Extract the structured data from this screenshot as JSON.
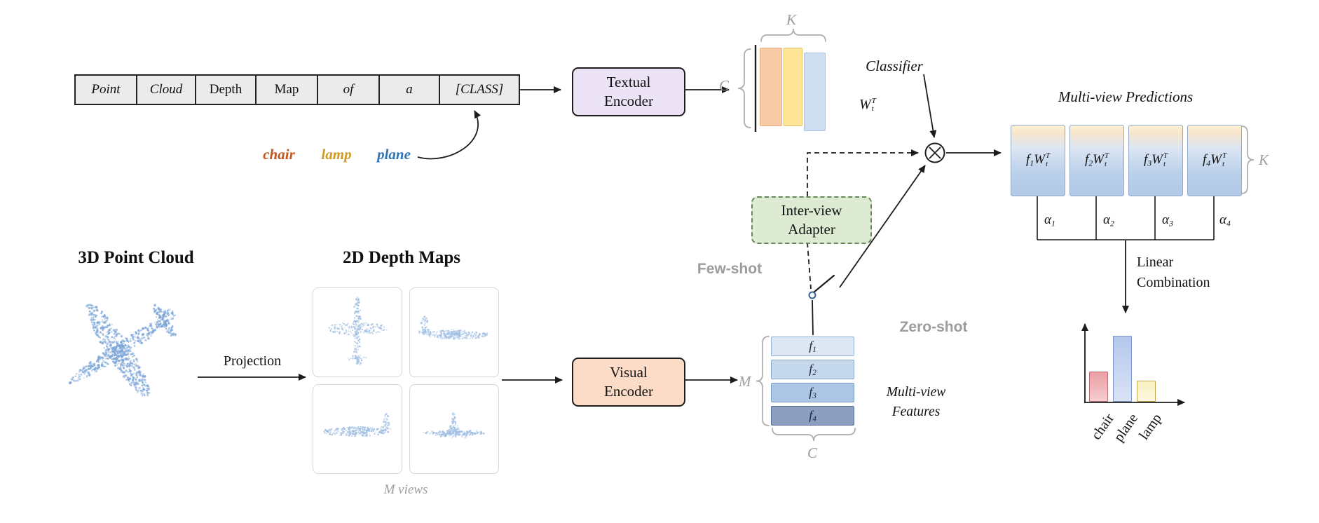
{
  "prompt_table": {
    "cells": [
      "Point",
      "Cloud",
      "Depth",
      "Map",
      "of",
      "a",
      "[CLASS]"
    ]
  },
  "class_words": [
    {
      "text": "chair",
      "color": "#c2571e"
    },
    {
      "text": "lamp",
      "color": "#cf9c20"
    },
    {
      "text": "plane",
      "color": "#2d74b8"
    }
  ],
  "textual_encoder": {
    "line1": "Textual",
    "line2": "Encoder"
  },
  "visual_encoder": {
    "line1": "Visual",
    "line2": "Encoder"
  },
  "adapter": {
    "line1": "Inter-view",
    "line2": "Adapter"
  },
  "classifier": {
    "label": "Classifier",
    "w": "W",
    "w_sub": "t",
    "w_sup": "T",
    "dim_c": "C",
    "dim_k": "K"
  },
  "modes": {
    "few_shot": "Few-shot",
    "zero_shot": "Zero-shot"
  },
  "features": {
    "rows": [
      {
        "b": "f",
        "s": "1"
      },
      {
        "b": "f",
        "s": "2"
      },
      {
        "b": "f",
        "s": "3"
      },
      {
        "b": "f",
        "s": "4"
      }
    ],
    "dim_m": "M",
    "dim_c": "C",
    "label_line1": "Multi-view",
    "label_line2": "Features"
  },
  "predictions": {
    "title": "Multi-view Predictions",
    "boxes": [
      {
        "f": "f",
        "fs": "1",
        "w": "W",
        "ws": "t",
        "wp": "T"
      },
      {
        "f": "f",
        "fs": "2",
        "w": "W",
        "ws": "t",
        "wp": "T"
      },
      {
        "f": "f",
        "fs": "3",
        "w": "W",
        "ws": "t",
        "wp": "T"
      },
      {
        "f": "f",
        "fs": "4",
        "w": "W",
        "ws": "t",
        "wp": "T"
      }
    ],
    "dim_k": "K",
    "alphas": [
      {
        "b": "α",
        "s": "1"
      },
      {
        "b": "α",
        "s": "2"
      },
      {
        "b": "α",
        "s": "3"
      },
      {
        "b": "α",
        "s": "4"
      }
    ],
    "linear_line1": "Linear",
    "linear_line2": "Combination"
  },
  "pipeline_left": {
    "pointcloud_title": "3D Point Cloud",
    "depthmaps_title": "2D Depth Maps",
    "projection_label": "Projection",
    "views_label": "M views"
  },
  "chart_data": {
    "type": "bar",
    "categories": [
      "chair",
      "plane",
      "lamp"
    ],
    "values": [
      0.45,
      1.0,
      0.3
    ],
    "colors": [
      "#eb9da2",
      "#b4c7ec",
      "#faf0c2"
    ],
    "title": "",
    "xlabel": "",
    "ylabel": ""
  }
}
